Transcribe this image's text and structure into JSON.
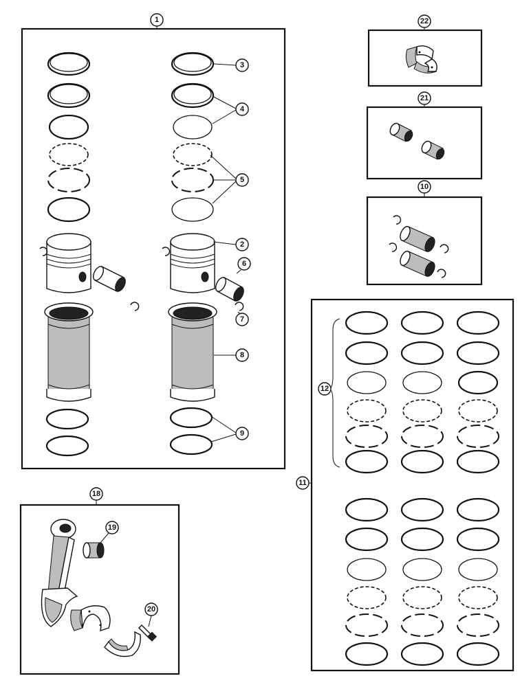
{
  "callouts": {
    "c1": "1",
    "c2": "2",
    "c3": "3",
    "c4": "4",
    "c5": "5",
    "c6": "6",
    "c7": "7",
    "c8": "8",
    "c9": "9",
    "c10": "10",
    "c11": "11",
    "c12": "12",
    "c18": "18",
    "c19": "19",
    "c20": "20",
    "c21": "21",
    "c22": "22"
  },
  "parts": {
    "piston": "piston",
    "cylinder_sleeve": "cylinder-sleeve",
    "piston_pin": "piston-pin",
    "retainer_clip": "retainer-clip",
    "connecting_rod": "connecting-rod",
    "bearing_insert": "bearing-insert",
    "bushing": "bushing",
    "bolt": "bolt"
  }
}
